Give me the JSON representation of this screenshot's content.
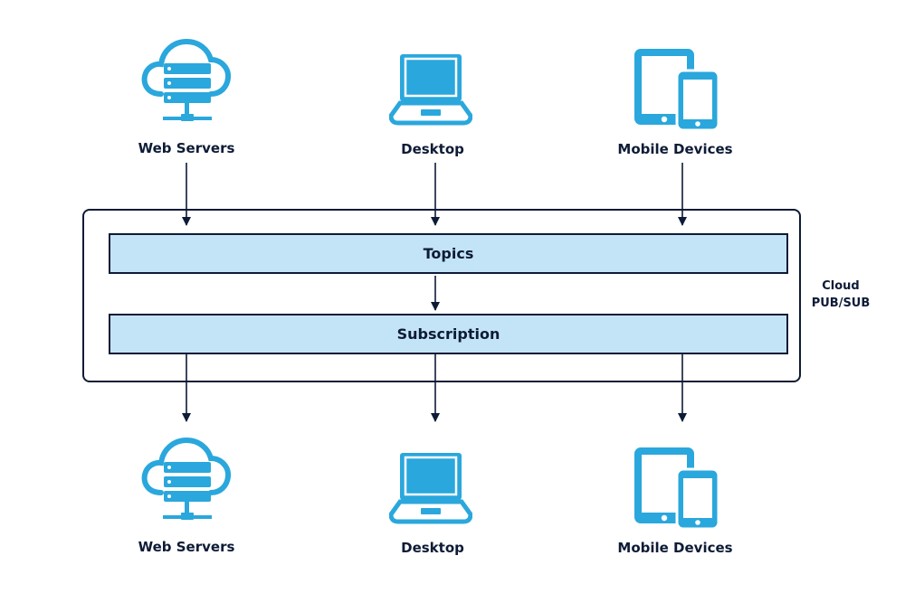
{
  "top_nodes": [
    {
      "label": "Web Servers",
      "icon": "web-server-cloud-icon"
    },
    {
      "label": "Desktop",
      "icon": "laptop-icon"
    },
    {
      "label": "Mobile Devices",
      "icon": "mobile-devices-icon"
    }
  ],
  "bottom_nodes": [
    {
      "label": "Web Servers",
      "icon": "web-server-cloud-icon"
    },
    {
      "label": "Desktop",
      "icon": "laptop-icon"
    },
    {
      "label": "Mobile Devices",
      "icon": "mobile-devices-icon"
    }
  ],
  "topics_label": "Topics",
  "subscription_label": "Subscription",
  "container_label_line1": "Cloud",
  "container_label_line2": "PUB/SUB",
  "colors": {
    "icon": "#2aa7dc",
    "line": "#0d1b36",
    "bar_fill": "#c3e4f7"
  }
}
